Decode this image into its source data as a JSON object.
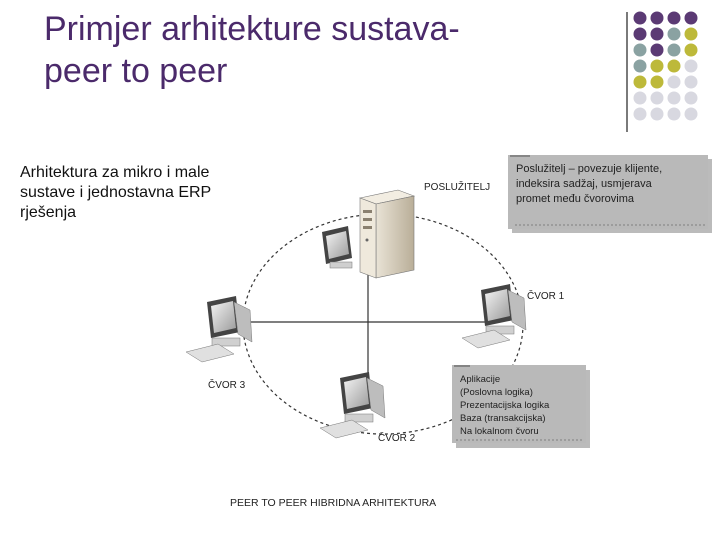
{
  "slide": {
    "title_line1": "Primjer arhitekture sustava-",
    "title_line2": "peer to peer",
    "body": [
      "Arhitektura za mikro i male",
      "sustave i jednostavna ERP",
      "rješenja"
    ]
  },
  "diagram": {
    "server_label": "POSLUŽITELJ",
    "node1_label": "ČVOR 1",
    "node2_label": "ČVOR 2",
    "node3_label": "ČVOR 3",
    "server_note": [
      "Poslužitelj – povezuje klijente,",
      "indeksira sadžaj, usmjerava",
      "promet među čvorovima"
    ],
    "node_note": [
      "Aplikacije",
      "(Poslovna logika)",
      "Prezentacijska logika",
      "Baza (transakcijska)",
      "Na lokalnom čvoru"
    ],
    "caption": "PEER TO PEER HIBRIDNA ARHITEKTURA"
  },
  "colors": {
    "title": "#4b2a6b",
    "dot_purple": "#5b3a74",
    "dot_teal": "#8aa2a2",
    "dot_olive": "#bdb93a",
    "dot_grey": "#d8d8e0",
    "note_box": "#b9b9b9"
  }
}
